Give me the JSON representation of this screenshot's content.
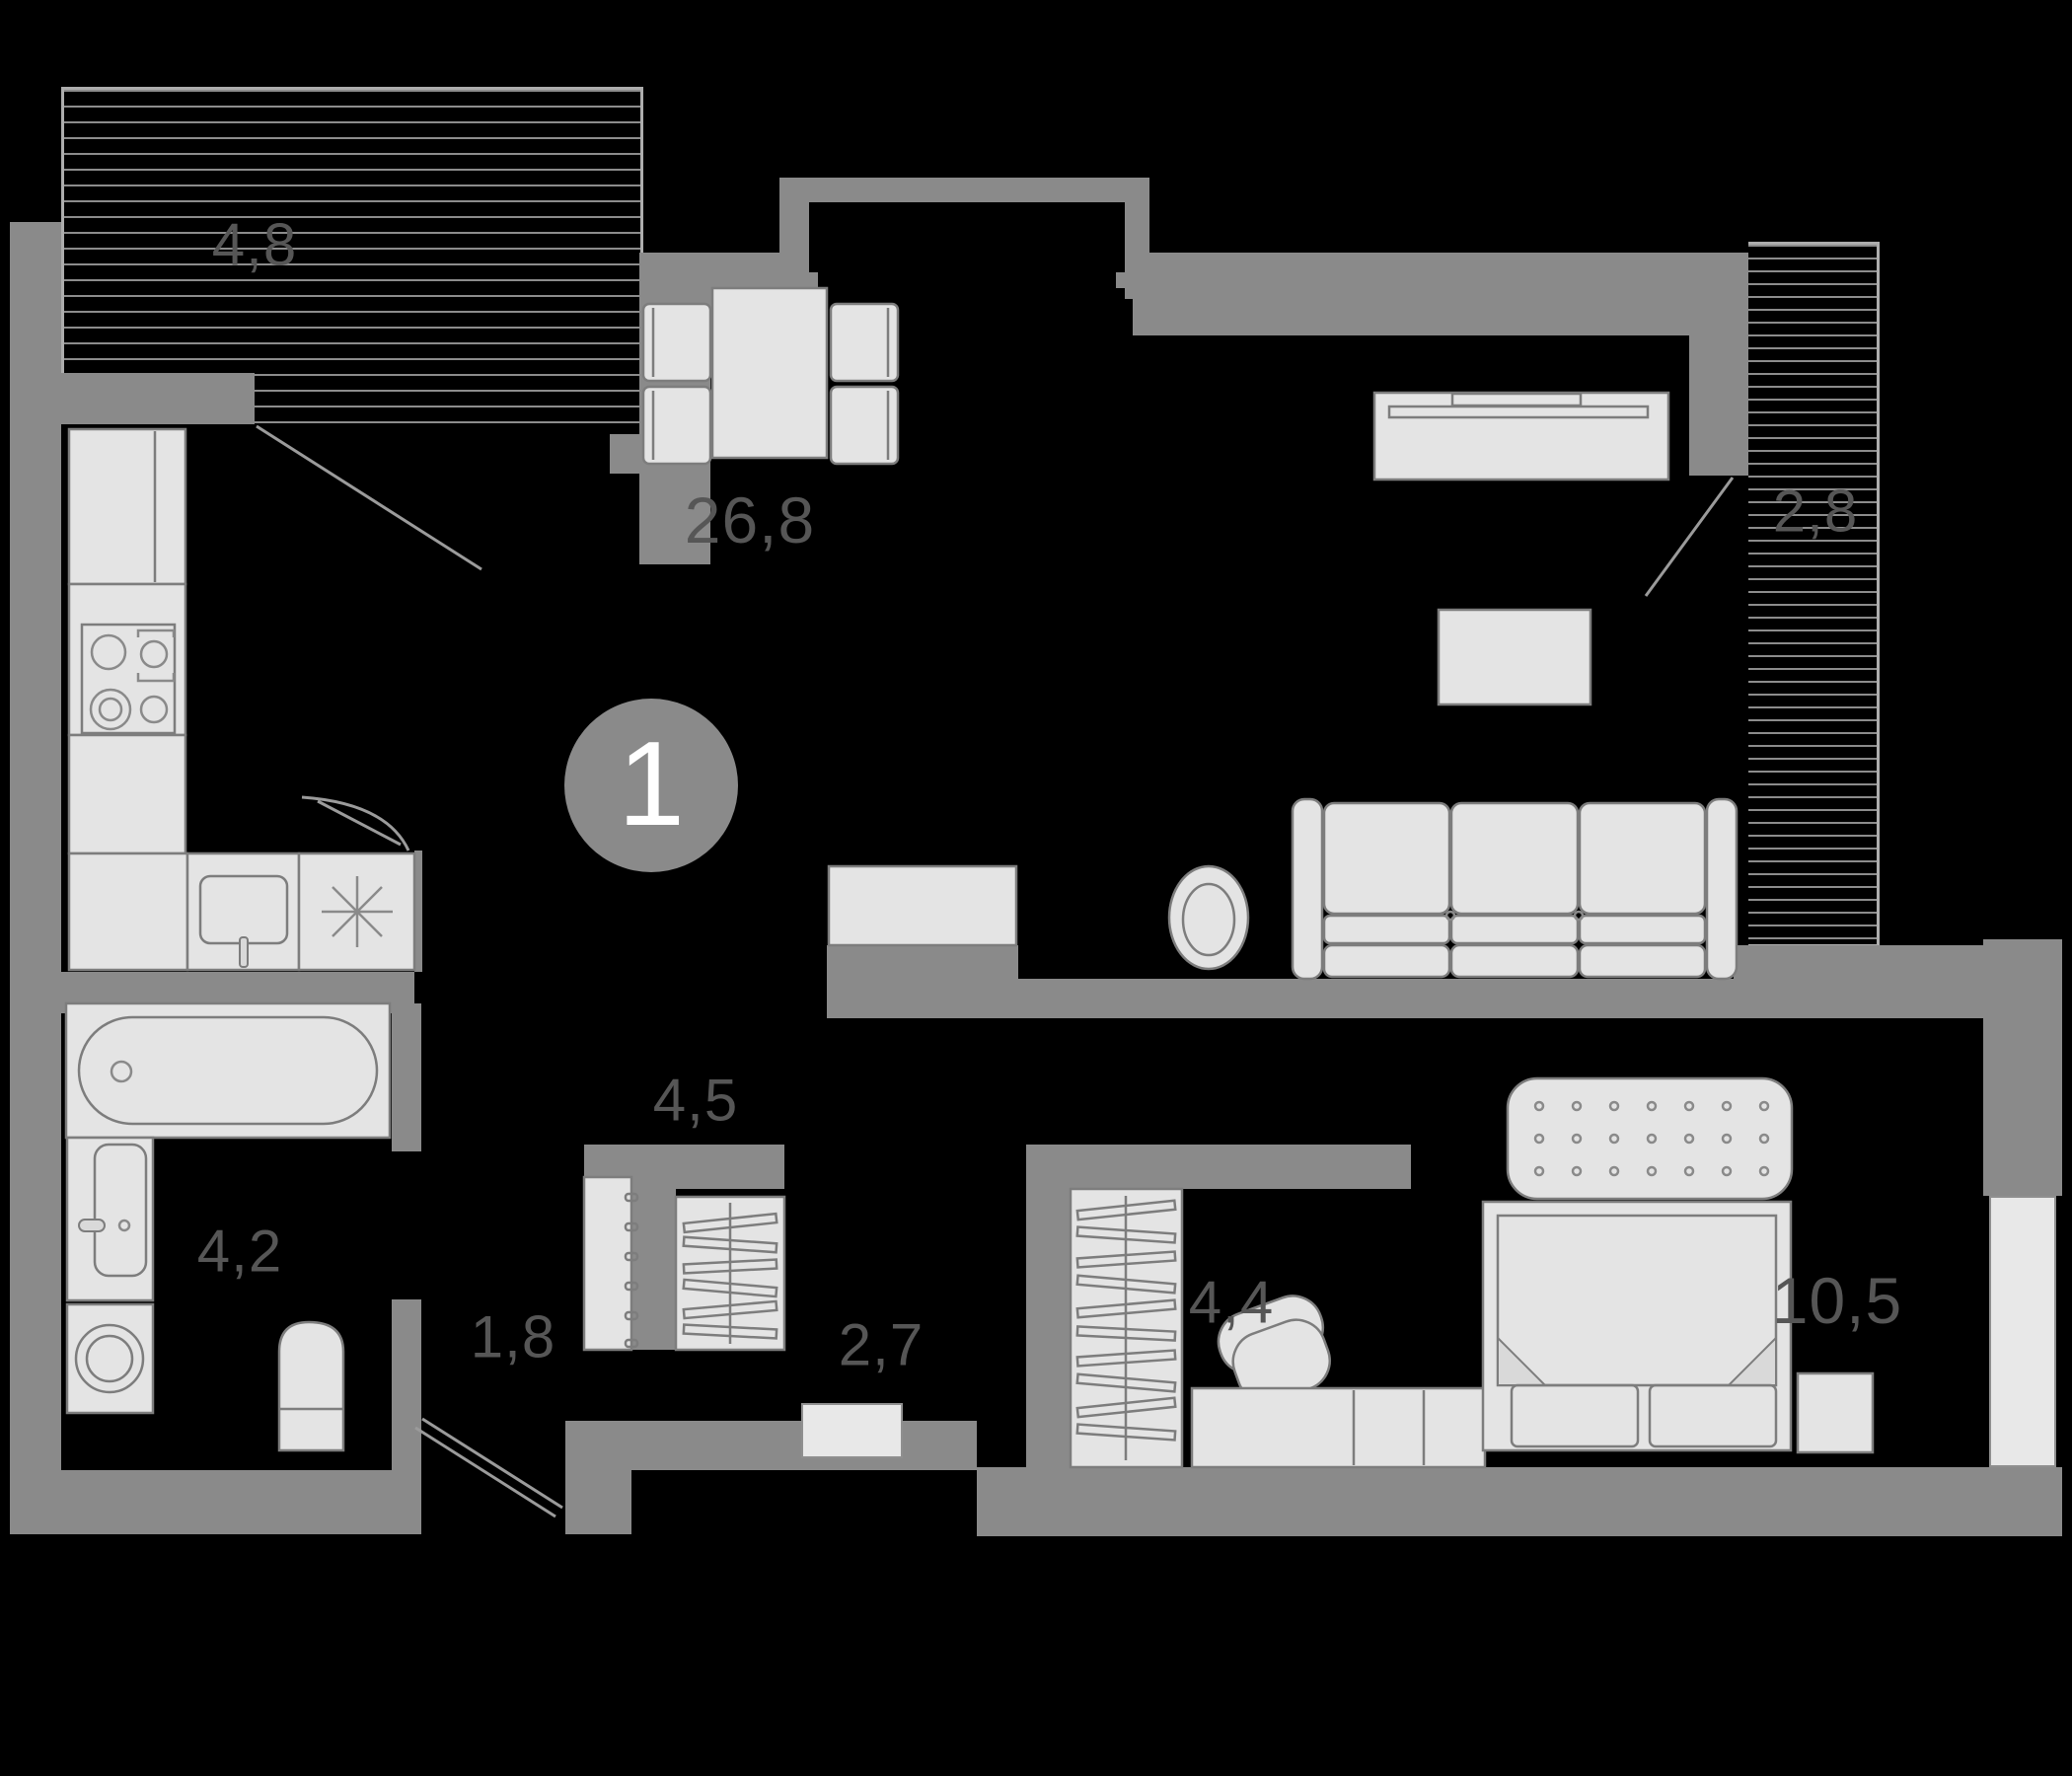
{
  "unit_badge": "1",
  "rooms": [
    {
      "name": "balcony-left",
      "area": "4,8"
    },
    {
      "name": "living-room",
      "area": "26,8"
    },
    {
      "name": "balcony-right",
      "area": "2,8"
    },
    {
      "name": "hallway",
      "area": "4,5"
    },
    {
      "name": "bathroom",
      "area": "4,2"
    },
    {
      "name": "corridor",
      "area": "1,8"
    },
    {
      "name": "storage-corridor",
      "area": "2,7"
    },
    {
      "name": "walk-in-closet",
      "area": "4,4"
    },
    {
      "name": "bedroom",
      "area": "10,5"
    }
  ],
  "colors": {
    "background": "#000000",
    "wall": "#8a8a8a",
    "furniture": "#e4e4e4",
    "furniture_outline": "#7d7d7d",
    "hatch": "#8c8c8c",
    "label": "#565656",
    "door_line": "#9b9b9b",
    "badge": "#8a8a8a",
    "badge_text": "#ffffff"
  }
}
